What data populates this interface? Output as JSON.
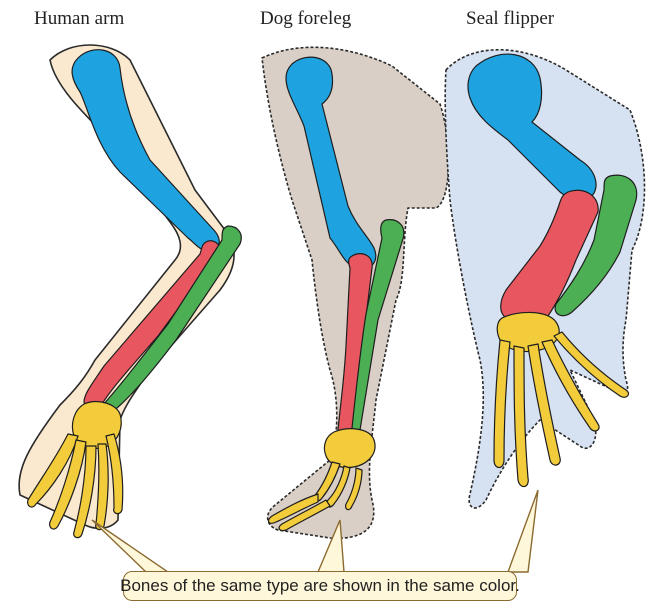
{
  "labels": {
    "human": "Human arm",
    "dog": "Dog foreleg",
    "seal": "Seal flipper"
  },
  "caption": "Bones of the same type are shown in the same color.",
  "colors": {
    "humerus": "#1fa3e0",
    "radius": "#e8575f",
    "ulna": "#4caf54",
    "carpals": "#f2cc3a",
    "human_skin": "#fbe9cf",
    "dog_fur": "#d9cfc6",
    "seal_skin": "#d6e2f2",
    "callout_fill": "#fff7d9",
    "callout_stroke": "#8a6a30"
  }
}
